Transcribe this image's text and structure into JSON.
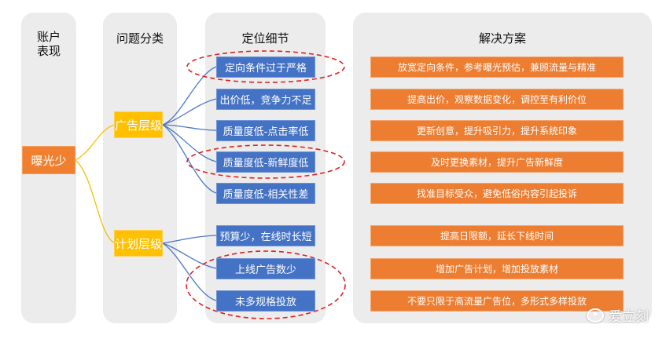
{
  "columns": {
    "account": "账户\n表现",
    "problem": "问题分类",
    "locate": "定位细节",
    "solution": "解决方案"
  },
  "root": "曝光少",
  "categories": [
    "广告层级",
    "计划层级"
  ],
  "details": [
    "定向条件过于严格",
    "出价低，竞争力不足",
    "质量度低-点击率低",
    "质量度低-新鲜度低",
    "质量度低-相关性差",
    "预算少，在线时长短",
    "上线广告数少",
    "未多规格投放"
  ],
  "solutions": [
    "放宽定向条件，参考曝光预估，兼顾流量与精准",
    "提高出价，观察数据变化，调控至有利价位",
    "更新创意，提升吸引力，提升系统印象",
    "及时更换素材，提升广告新鲜度",
    "找准目标受众，避免低俗内容引起投诉",
    "提高日限额，延长下线时间",
    "增加广告计划，增加投放素材",
    "不要只限于高流量广告位，多形式多样投放"
  ],
  "watermark": "爱立刻",
  "colors": {
    "root": "#f08030",
    "category": "#ffc000",
    "detail": "#4472c4",
    "solution": "#ed7d31",
    "highlight": "#e02020"
  }
}
